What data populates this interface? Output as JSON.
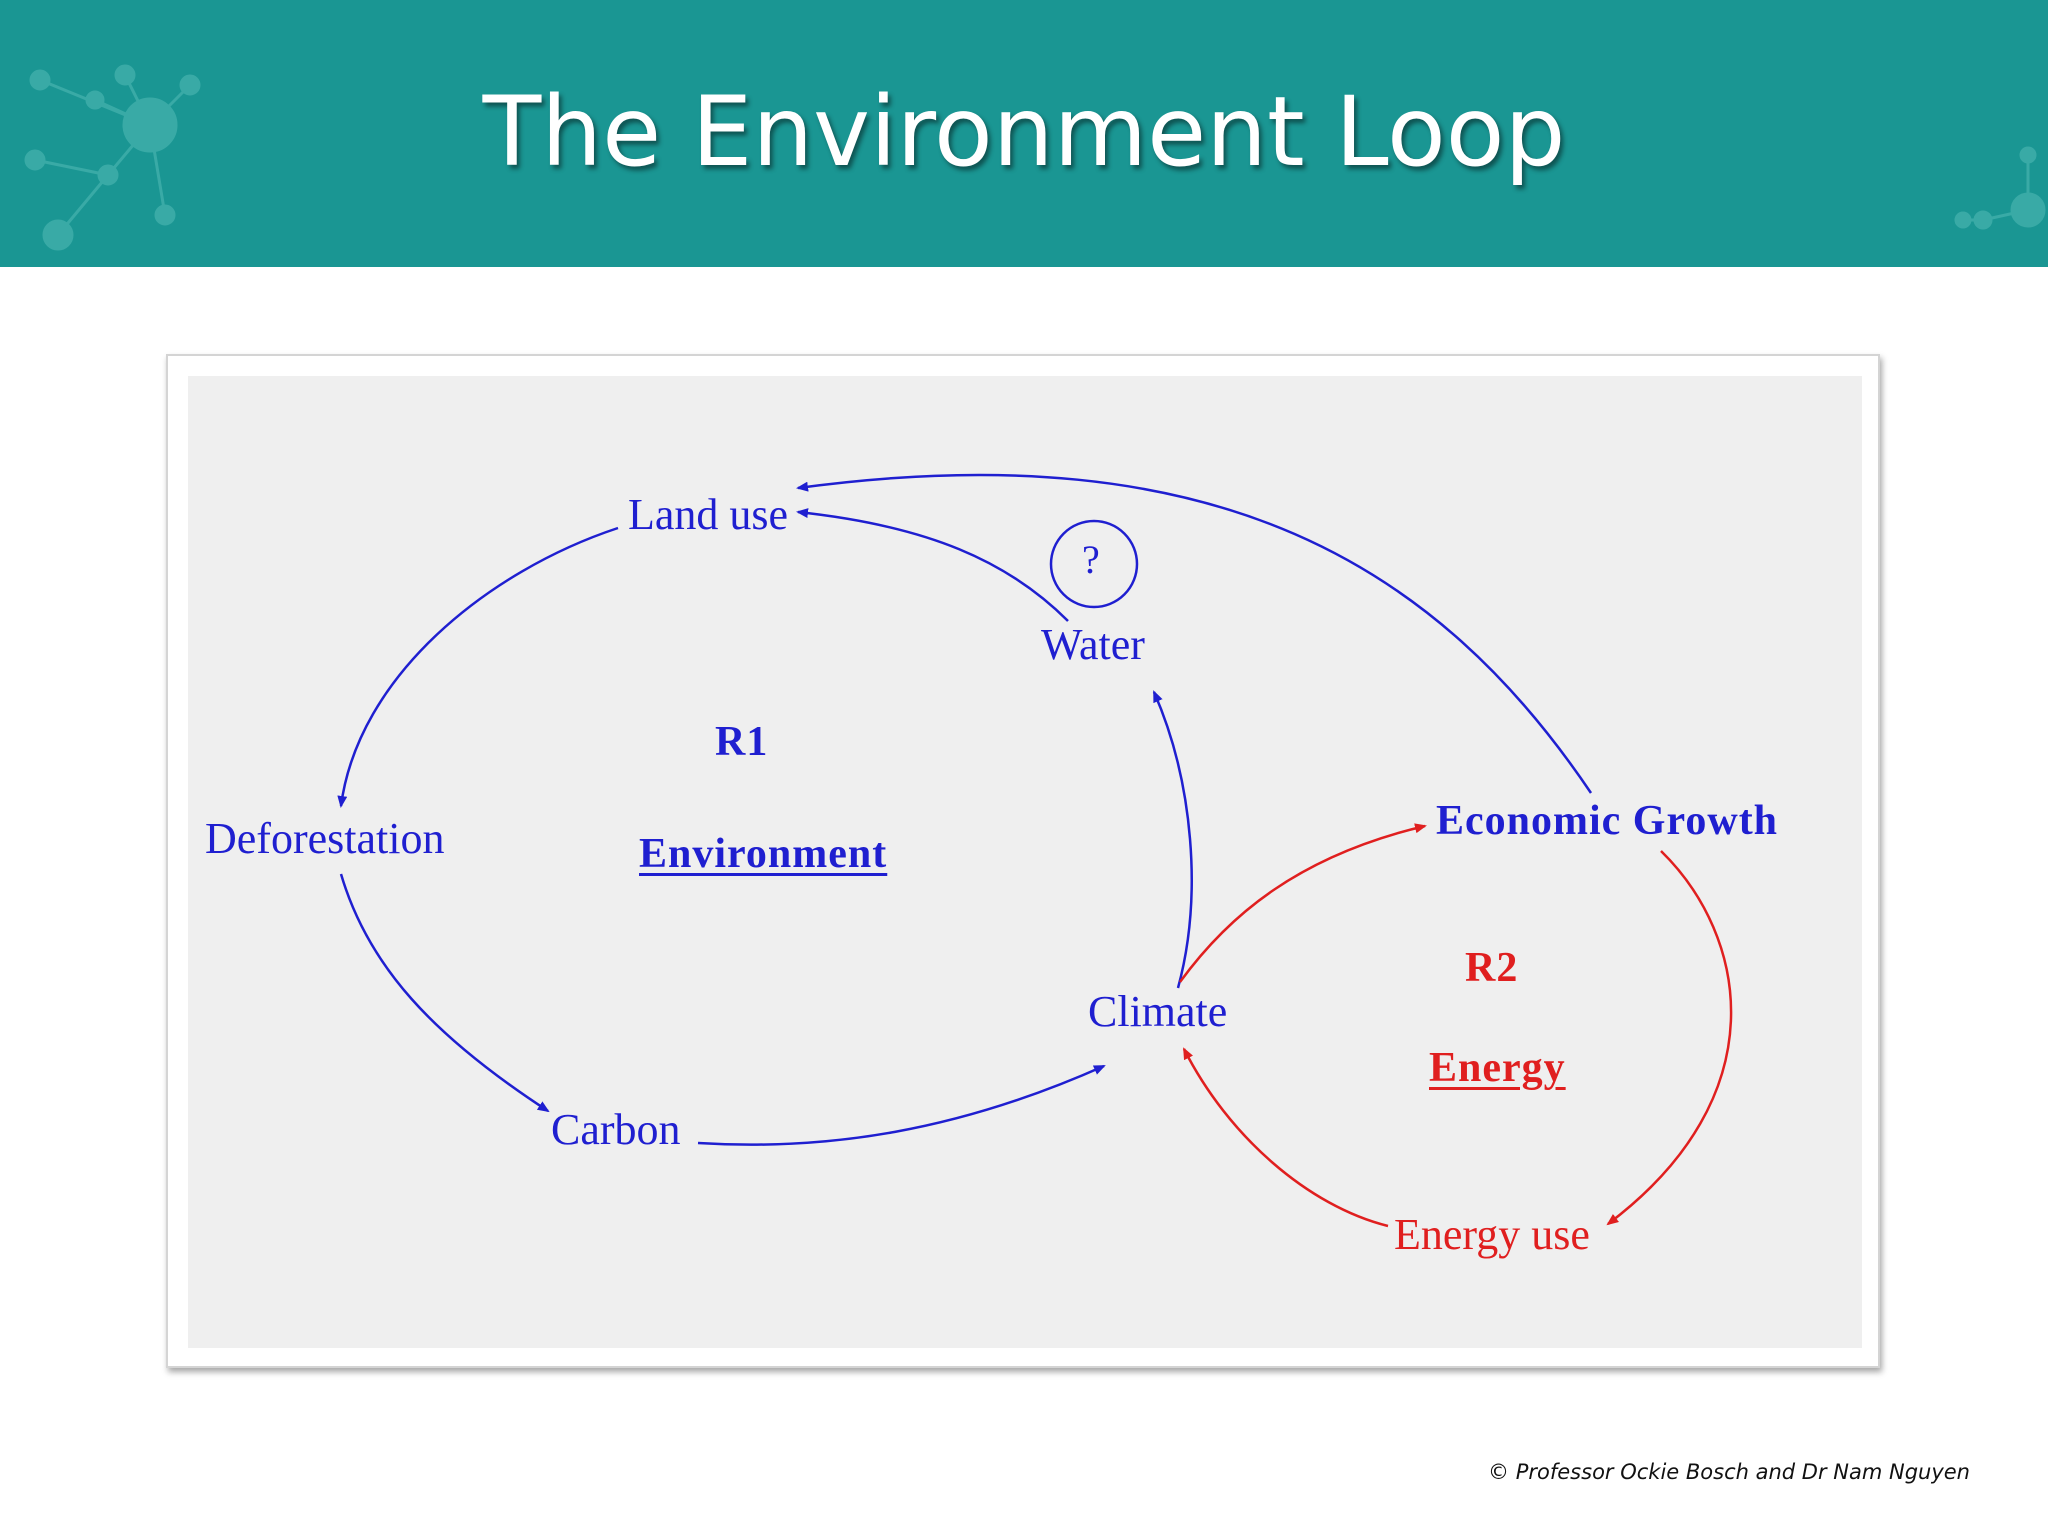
{
  "slide": {
    "title": "The Environment Loop",
    "copyright": "© Professor Ockie Bosch and Dr Nam Nguyen"
  },
  "colors": {
    "header_bg": "#1a9693",
    "loop_r1": "#1f1fd0",
    "loop_r2": "#e01f1f",
    "diagram_bg": "#efefef"
  },
  "diagram": {
    "nodes": {
      "land_use": "Land use",
      "water": "Water",
      "unknown_marker": "?",
      "deforestation": "Deforestation",
      "carbon": "Carbon",
      "climate": "Climate",
      "economic_growth": "Economic Growth",
      "energy_use": "Energy use"
    },
    "loops": {
      "r1_id": "R1",
      "r1_name": "Environment",
      "r2_id": "R2",
      "r2_name": "Energy"
    },
    "links": [
      {
        "from": "Land use",
        "to": "Deforestation",
        "loop": "R1"
      },
      {
        "from": "Deforestation",
        "to": "Carbon",
        "loop": "R1"
      },
      {
        "from": "Carbon",
        "to": "Climate",
        "loop": "R1"
      },
      {
        "from": "Climate",
        "to": "Water",
        "loop": "R1"
      },
      {
        "from": "Water",
        "to": "Land use",
        "loop": "R1"
      },
      {
        "from": "Economic Growth",
        "to": "Land use",
        "loop": "R1"
      },
      {
        "from": "Climate",
        "to": "Economic Growth",
        "loop": "R2"
      },
      {
        "from": "Economic Growth",
        "to": "Energy use",
        "loop": "R2"
      },
      {
        "from": "Energy use",
        "to": "Climate",
        "loop": "R2"
      }
    ]
  }
}
